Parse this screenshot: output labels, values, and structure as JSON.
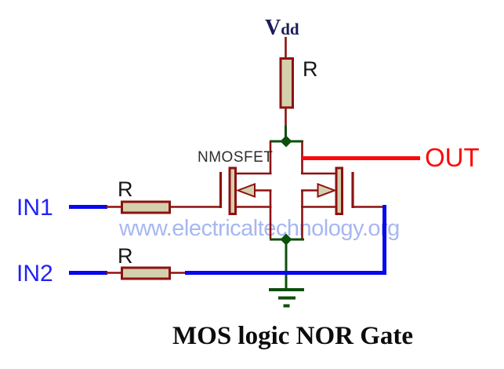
{
  "title": "MOS logic NOR Gate",
  "watermark": "www.electricaltechnology.org",
  "labels": {
    "vdd_main": "V",
    "vdd_sub": "dd",
    "out": "OUT",
    "in1": "IN1",
    "in2": "IN2",
    "nmosfet": "NMOSFET",
    "resistor_pullup": "R",
    "resistor_in1": "R",
    "resistor_in2": "R"
  },
  "colors": {
    "wire-red": "#8e1111",
    "wire-green": "#0d4f0d",
    "wire-blue": "#0707f0",
    "out-red": "#fb0808",
    "comp-fill": "#d4d0ad",
    "label-blue": "#2222f5",
    "vdd-navy": "#1c1c55",
    "watermark": "#a7b7f1",
    "text-dark": "#161616"
  }
}
